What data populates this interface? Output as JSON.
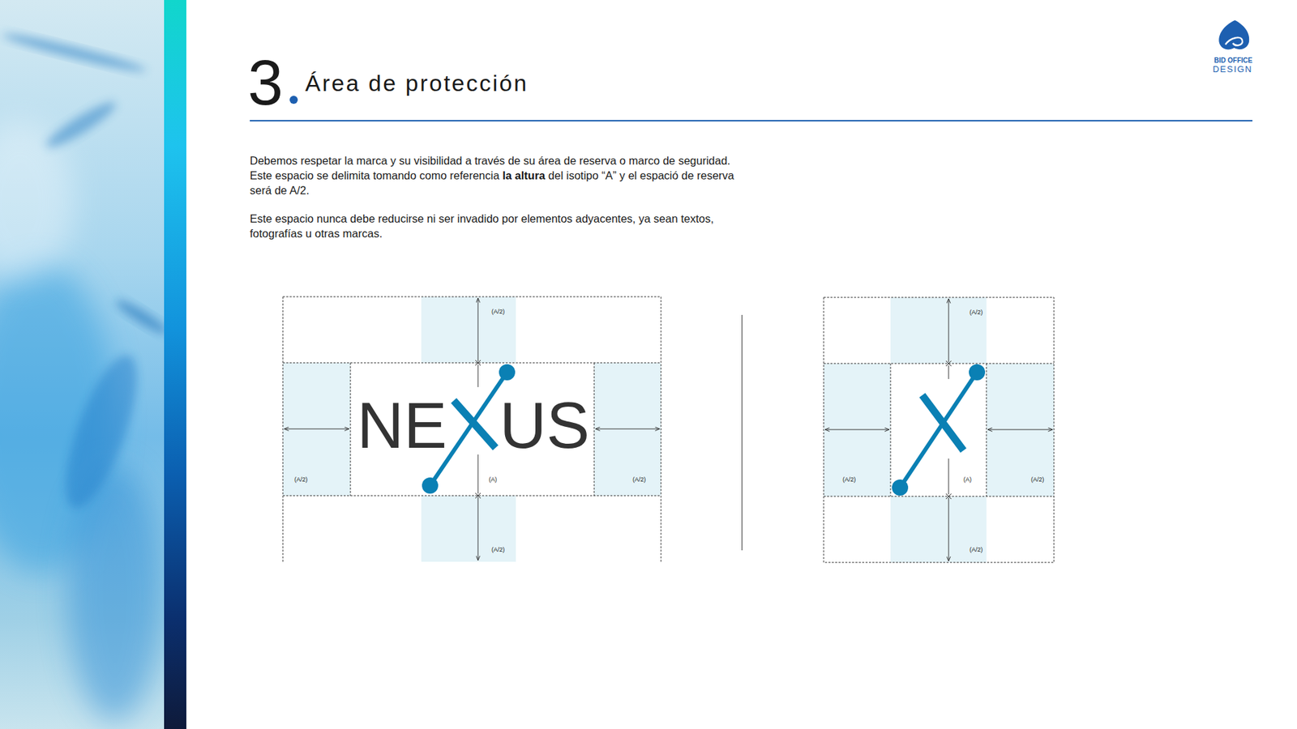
{
  "diagram": {
    "title": "Área de protección",
    "labels": [
      "3",
      "Debemos respetar la marca y su visibilidad a través de su área de reserva o marco de seguridad. Este espacio se delimita tomando como referencia",
      "la altura",
      "del isotipo “A” y el espació de reserva será de A/2.",
      "Este espacio nunca debe reducirse ni ser invadido por elementos adyacentes, ya sean textos, fotografías u otras marcas.",
      "BID OFFICE",
      "DESIGN",
      "NE",
      "US",
      "(A/2)",
      "(A/2)",
      "(A)",
      "(A/2)",
      "(A/2)",
      "(A/2)",
      "(A/2)",
      "(A)",
      "(A/2)",
      "(A/2)"
    ]
  }
}
